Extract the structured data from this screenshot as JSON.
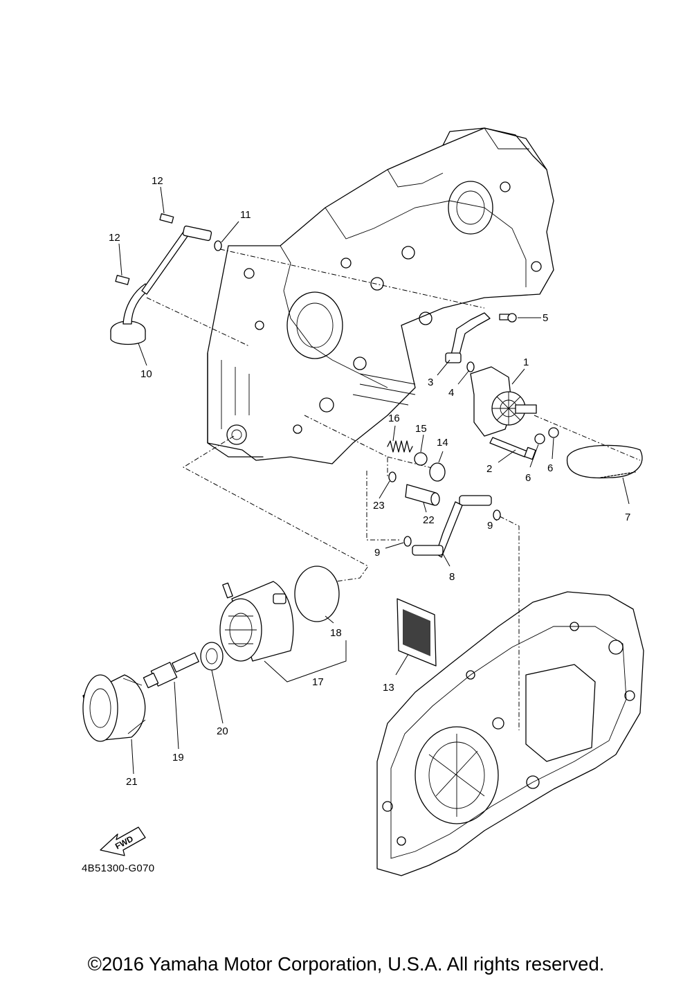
{
  "callouts": [
    "1",
    "2",
    "3",
    "4",
    "5",
    "6",
    "6",
    "7",
    "8",
    "9",
    "9",
    "10",
    "11",
    "12",
    "12",
    "13",
    "14",
    "15",
    "16",
    "17",
    "18",
    "19",
    "20",
    "21",
    "22",
    "23"
  ],
  "fwd_label": "FWD",
  "diagram_code": "4B51300-G070",
  "copyright": "©2016 Yamaha Motor Corporation, U.S.A. All rights reserved."
}
